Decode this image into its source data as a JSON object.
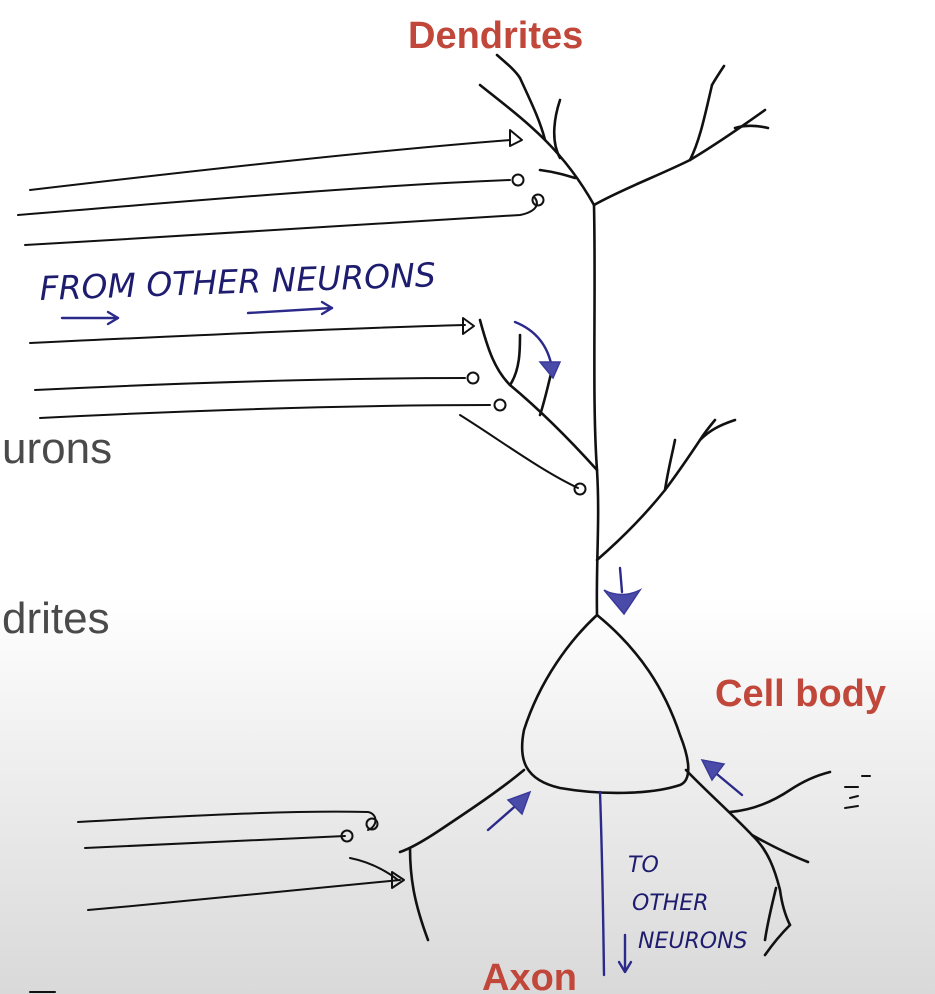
{
  "labels": {
    "dendrites": "Dendrites",
    "cell_body": "Cell body",
    "axon": "Axon"
  },
  "handwriting": {
    "from_other_neurons": "FROM OTHER NEURONS",
    "to_other_1": "TO",
    "to_other_2": "OTHER",
    "to_other_3": "NEURONS"
  },
  "background_text": {
    "fragment_1": "urons",
    "fragment_2": "drites"
  },
  "colors": {
    "label_red": "#c0473a",
    "ink_black": "#111111",
    "pen_blue": "#2b2a8a",
    "bg_text_gray": "#4a4a4a"
  }
}
